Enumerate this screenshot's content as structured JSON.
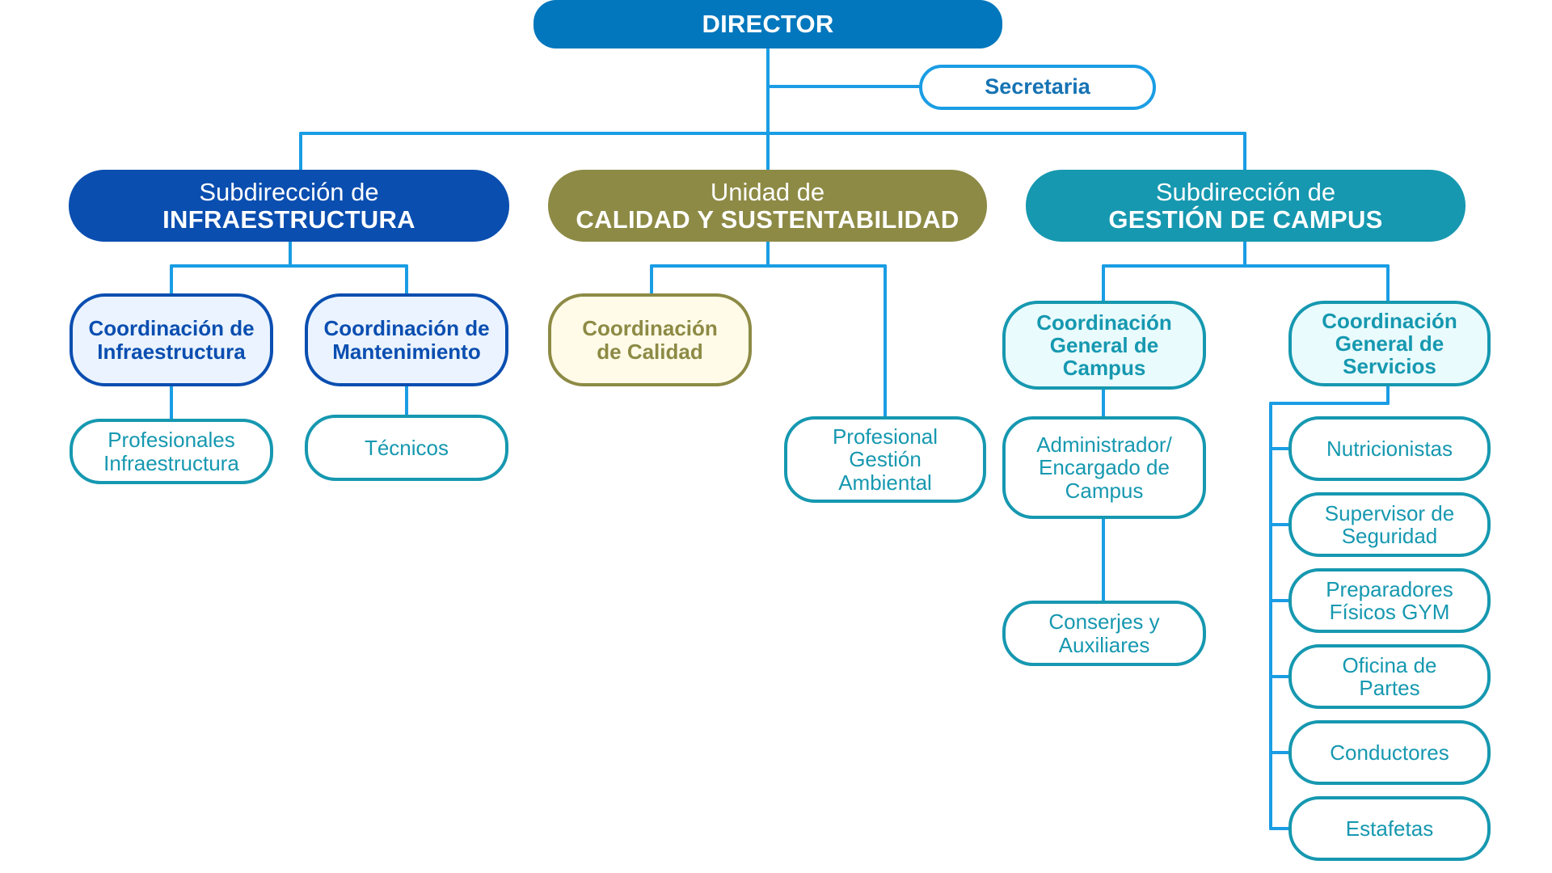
{
  "director": {
    "label": "DIRECTOR"
  },
  "secretaria": {
    "label": "Secretaria"
  },
  "subdirections": {
    "infraestructura": {
      "line1": "Subdirección de",
      "line2": "INFRAESTRUCTURA"
    },
    "calidad": {
      "line1": "Unidad de",
      "line2": "CALIDAD Y SUSTENTABILIDAD"
    },
    "gestion_campus": {
      "line1": "Subdirección de",
      "line2": "GESTIÓN DE CAMPUS"
    }
  },
  "coordinations": {
    "infraestructura": [
      "Coordinación de",
      "Infraestructura"
    ],
    "mantenimiento": [
      "Coordinación de",
      "Mantenimiento"
    ],
    "calidad": [
      "Coordinación",
      "de Calidad"
    ],
    "campus": [
      "Coordinación",
      "General de",
      "Campus"
    ],
    "servicios": [
      "Coordinación",
      "General de",
      "Servicios"
    ]
  },
  "positions": {
    "profesionales_infraestructura": [
      "Profesionales",
      "Infraestructura"
    ],
    "tecnicos": [
      "Técnicos"
    ],
    "profesional_gestion_ambiental": [
      "Profesional",
      "Gestión",
      "Ambiental"
    ],
    "administrador_campus": [
      "Administrador/",
      "Encargado de",
      "Campus"
    ],
    "conserjes_auxiliares": [
      "Conserjes y",
      "Auxiliares"
    ],
    "nutricionistas": [
      "Nutricionistas"
    ],
    "supervisor_seguridad": [
      "Supervisor de",
      "Seguridad"
    ],
    "preparadores_gym": [
      "Preparadores",
      "Físicos GYM"
    ],
    "oficina_partes": [
      "Oficina de",
      "Partes"
    ],
    "conductores": [
      "Conductores"
    ],
    "estafetas": [
      "Estafetas"
    ]
  },
  "colors": {
    "connector": "#1a9de4",
    "director": "#0277bd",
    "infraestructura": "#0a4eb0",
    "calidad": "#8d8a45",
    "gestion_campus": "#1698b0"
  }
}
